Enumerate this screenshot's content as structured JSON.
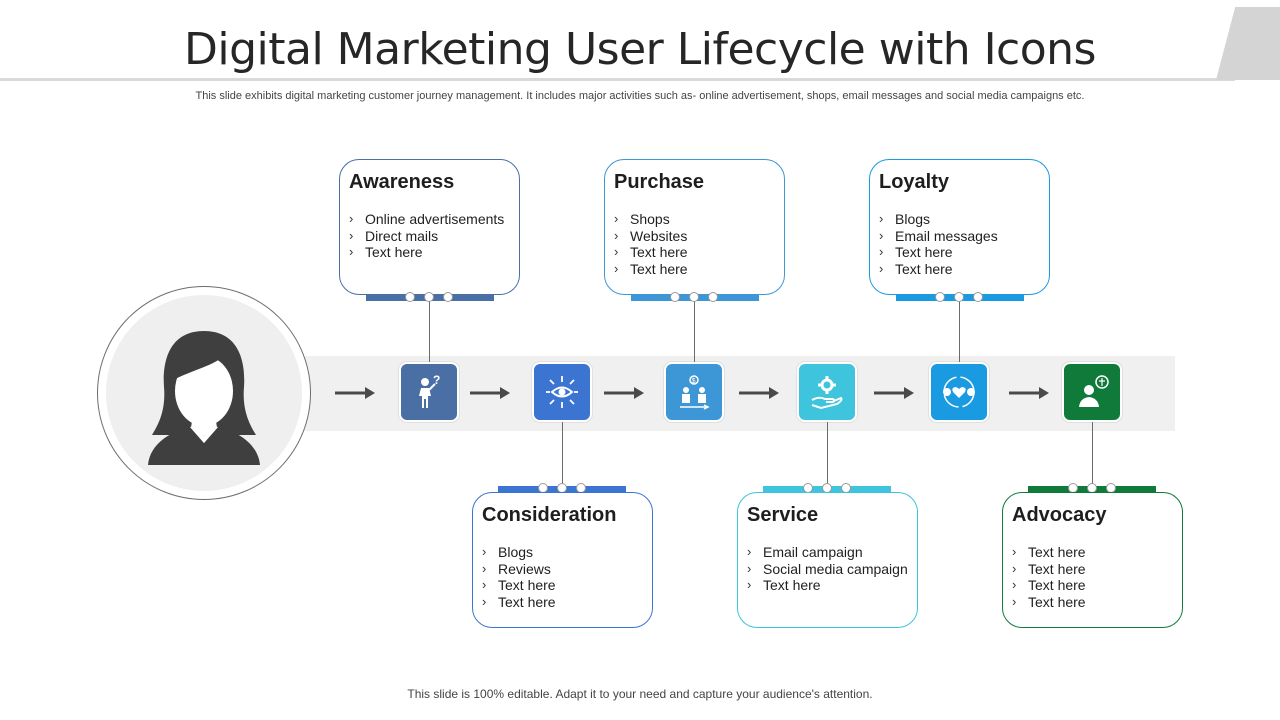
{
  "header": {
    "title": "Digital Marketing User Lifecycle with Icons",
    "subtitle": "This slide exhibits digital marketing customer journey management. It includes major activities such as- online advertisement, shops, email messages and social media campaigns etc."
  },
  "footer": {
    "text": "This slide is 100% editable. Adapt it to your need and capture your audience's attention."
  },
  "stages": [
    {
      "title": "Awareness",
      "items": [
        "Online advertisements",
        "Direct mails",
        "Text here"
      ],
      "color": "#4a6fa5",
      "icon": "question-person-icon"
    },
    {
      "title": "Consideration",
      "items": [
        "Blogs",
        "Reviews",
        "Text here",
        "Text here"
      ],
      "color": "#3b75d1",
      "icon": "eye-network-icon"
    },
    {
      "title": "Purchase",
      "items": [
        "Shops",
        "Websites",
        "Text here",
        "Text here"
      ],
      "color": "#3d96d6",
      "icon": "transaction-icon"
    },
    {
      "title": "Service",
      "items": [
        "Email campaign",
        "Social media campaign",
        "Text here"
      ],
      "color": "#3ec4dc",
      "icon": "hand-gear-icon"
    },
    {
      "title": "Loyalty",
      "items": [
        "Blogs",
        "Email messages",
        "Text here",
        "Text here"
      ],
      "color": "#1a9ae0",
      "icon": "heart-cycle-icon"
    },
    {
      "title": "Advocacy",
      "items": [
        "Text here",
        "Text here",
        "Text here",
        "Text here"
      ],
      "color": "#0f7a3a",
      "icon": "lawyer-icon"
    }
  ],
  "avatar": {
    "icon": "woman-user-icon"
  }
}
